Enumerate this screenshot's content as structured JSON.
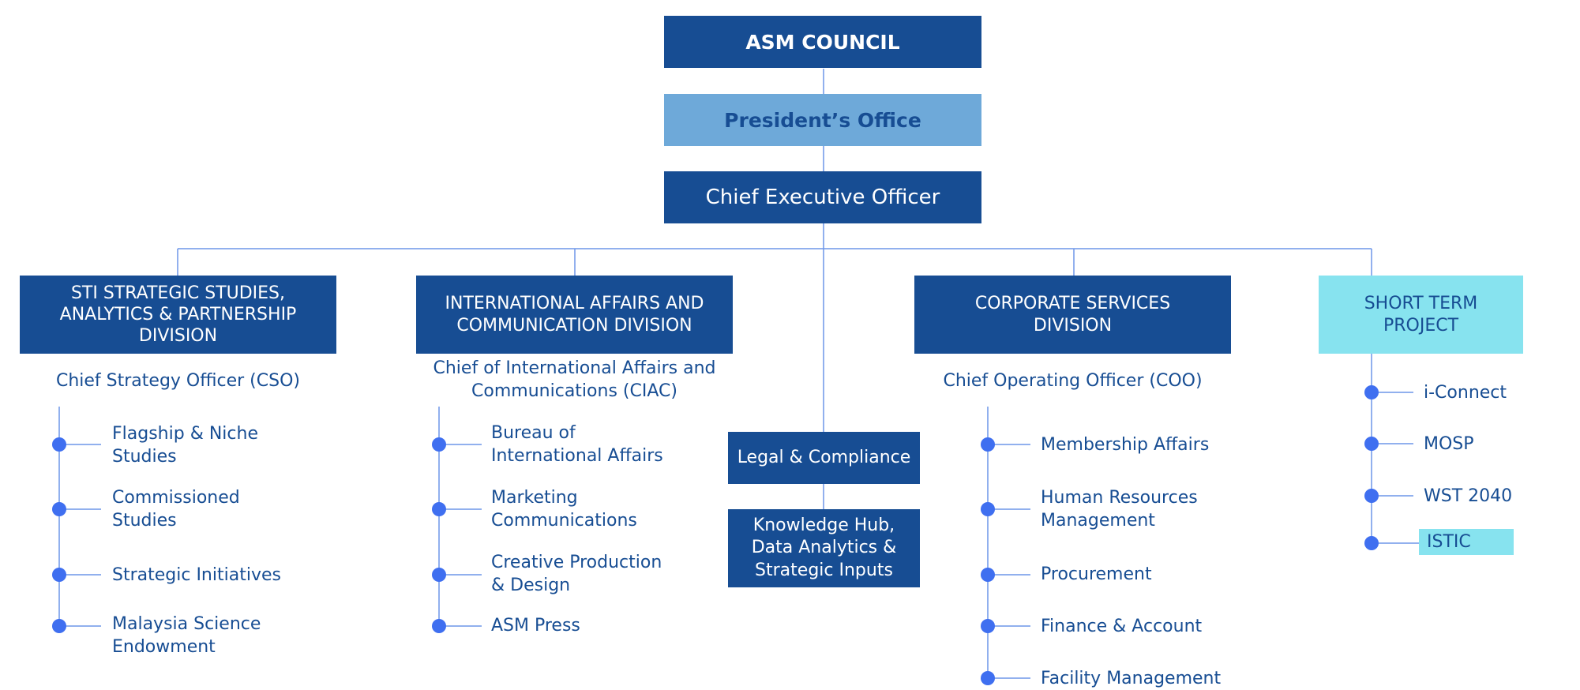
{
  "council": "ASM COUNCIL",
  "president_office": "President’s Office",
  "ceo": "Chief Executive Officer",
  "divisions": [
    {
      "title": "STI STRATEGIC STUDIES,\nANALYTICS & PARTNERSHIP\nDIVISION",
      "head": "Chief Strategy Officer (CSO)",
      "items": [
        "Flagship & Niche\nStudies",
        "Commissioned\nStudies",
        "Strategic Initiatives",
        "Malaysia Science\nEndowment"
      ]
    },
    {
      "title": "INTERNATIONAL AFFAIRS AND\nCOMMUNICATION DIVISION",
      "head": "Chief of International Affairs and\nCommunications (CIAC)",
      "items": [
        "Bureau of\nInternational Affairs",
        "Marketing\nCommunications",
        "Creative Production\n & Design",
        "ASM Press"
      ]
    },
    {
      "title": "CORPORATE SERVICES\nDIVISION",
      "head": "Chief Operating Officer (COO)",
      "items": [
        "Membership Affairs",
        "Human Resources\nManagement",
        "Procurement",
        "Finance & Account",
        "Facility Management"
      ]
    },
    {
      "title": "SHORT TERM\nPROJECT",
      "items": [
        "i-Connect",
        "MOSP",
        "WST 2040",
        "ISTIC"
      ]
    }
  ],
  "legal": "Legal & Compliance",
  "knowledge_hub": "Knowledge Hub,\nData Analytics &\nStrategic Inputs",
  "colors": {
    "dark_blue": "#174d93",
    "light_blue": "#6ea9d9",
    "cyan": "#87e3ef",
    "connector_line": "#6d96e8",
    "bullet": "#3f6ff0"
  }
}
